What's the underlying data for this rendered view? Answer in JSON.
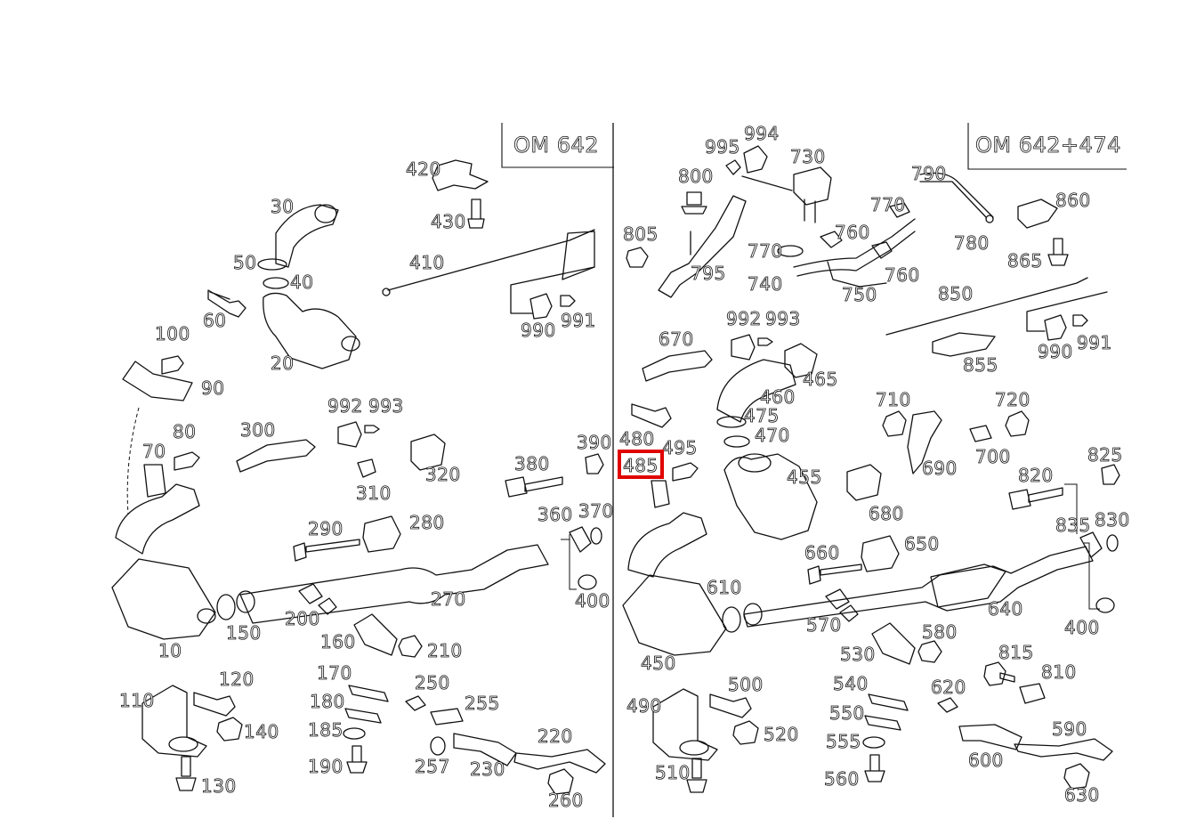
{
  "panels": {
    "left": {
      "title": "OM 642"
    },
    "right": {
      "title": "OM 642+474"
    }
  },
  "highlight": {
    "label": "485",
    "color": "#e00000"
  },
  "labels_left": [
    "420",
    "430",
    "30",
    "410",
    "50",
    "40",
    "60",
    "990",
    "991",
    "100",
    "20",
    "90",
    "992",
    "993",
    "80",
    "300",
    "390",
    "70",
    "380",
    "320",
    "310",
    "360",
    "370",
    "290",
    "280",
    "270",
    "400",
    "200",
    "150",
    "160",
    "210",
    "10",
    "120",
    "170",
    "250",
    "110",
    "180",
    "255",
    "140",
    "185",
    "220",
    "190",
    "257",
    "230",
    "260",
    "130"
  ],
  "labels_right": [
    "994",
    "995",
    "730",
    "800",
    "790",
    "860",
    "770",
    "805",
    "760",
    "780",
    "770",
    "865",
    "795",
    "740",
    "760",
    "750",
    "850",
    "992",
    "993",
    "670",
    "990",
    "991",
    "465",
    "855",
    "460",
    "710",
    "720",
    "475",
    "480",
    "470",
    "495",
    "690",
    "700",
    "825",
    "455",
    "820",
    "680",
    "835",
    "830",
    "650",
    "660",
    "610",
    "640",
    "400",
    "570",
    "580",
    "530",
    "450",
    "815",
    "540",
    "810",
    "620",
    "500",
    "550",
    "490",
    "590",
    "520",
    "555",
    "600",
    "510",
    "560",
    "630"
  ]
}
